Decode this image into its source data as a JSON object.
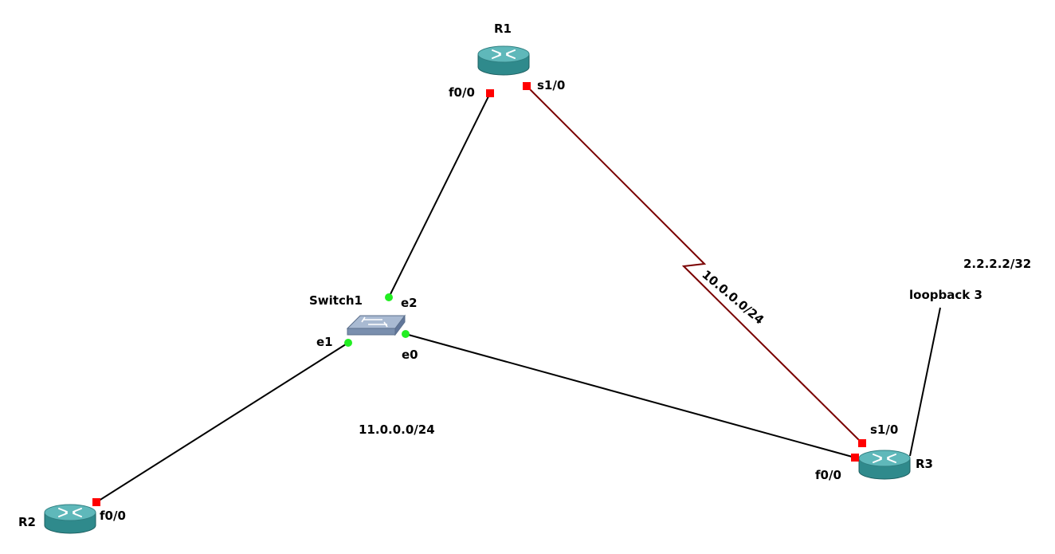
{
  "colors": {
    "ethernet_link": "#000000",
    "serial_link": "#7a0000",
    "port_down": "#ff0000",
    "port_up": "#22ee22",
    "router_body": "#2f8a8c",
    "router_top": "#5fb8ba",
    "switch_body": "#8aa0bd"
  },
  "devices": {
    "r1": {
      "name": "R1",
      "icon": "router-icon"
    },
    "r2": {
      "name": "R2",
      "icon": "router-icon"
    },
    "r3": {
      "name": "R3",
      "icon": "router-icon"
    },
    "switch1": {
      "name": "Switch1",
      "icon": "ethernet-switch-icon"
    }
  },
  "ports": {
    "r1_f0": "f0/0",
    "r1_s1": "s1/0",
    "r2_f0": "f0/0",
    "r3_f0": "f0/0",
    "r3_s1": "s1/0",
    "sw_e0": "e0",
    "sw_e1": "e1",
    "sw_e2": "e2"
  },
  "notes": {
    "net_11": "11.0.0.0/24",
    "net_10": "10.0.0.0/24",
    "loopback_label": "loopback 3",
    "loopback_ip": "2.2.2.2/32"
  }
}
